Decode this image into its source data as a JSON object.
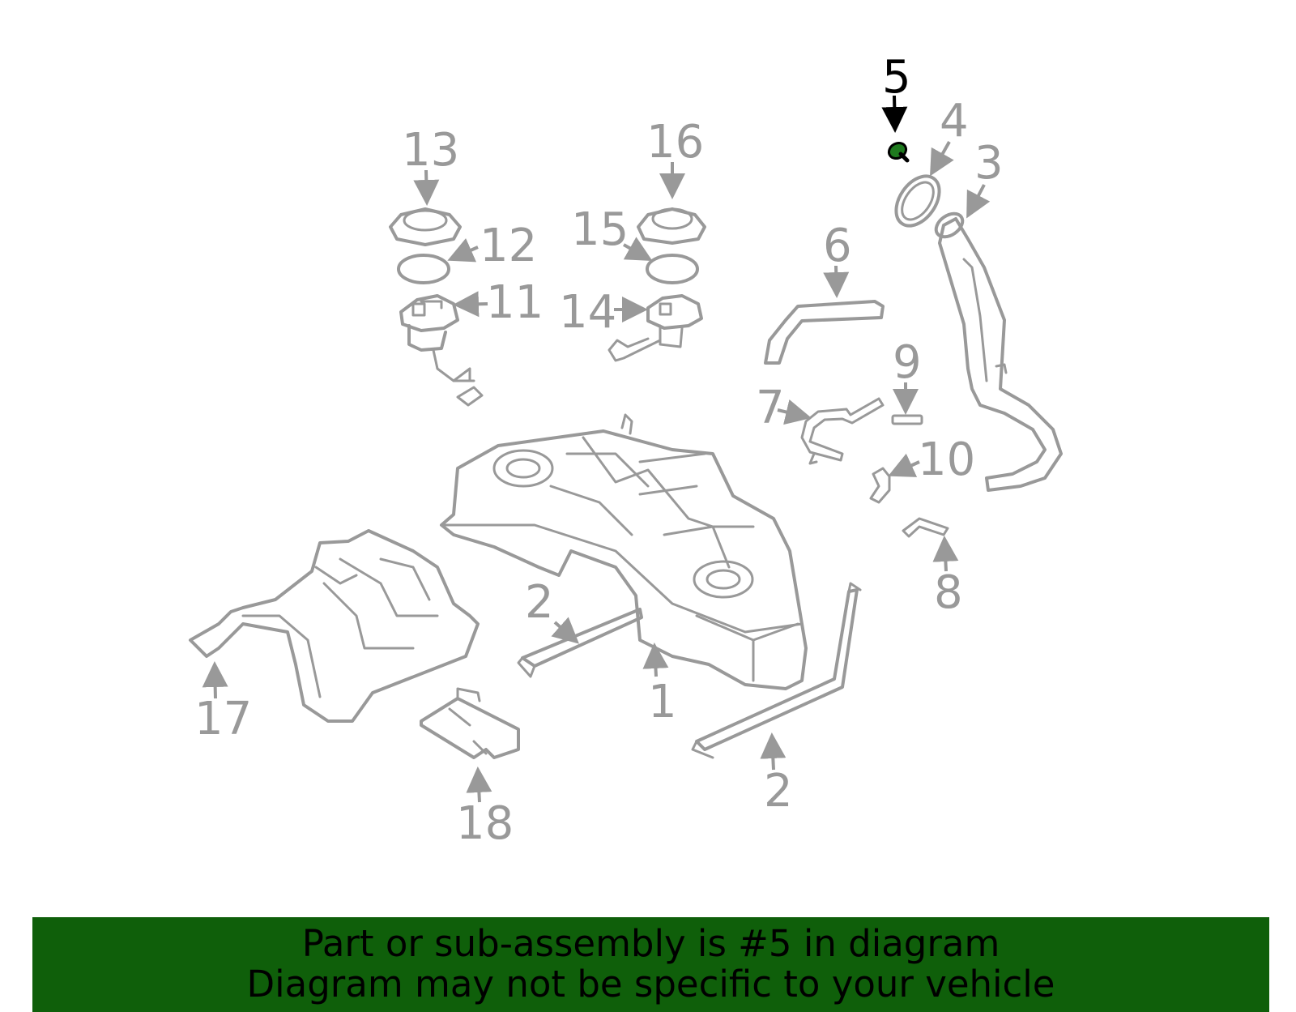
{
  "diagram": {
    "highlight_color": "#1e7a1e",
    "line_color": "#999999",
    "callouts": {
      "c1": "1",
      "c2a": "2",
      "c2b": "2",
      "c3": "3",
      "c4": "4",
      "c5": "5",
      "c6": "6",
      "c7": "7",
      "c8": "8",
      "c9": "9",
      "c10": "10",
      "c11": "11",
      "c12": "12",
      "c13": "13",
      "c14": "14",
      "c15": "15",
      "c16": "16",
      "c17": "17",
      "c18": "18"
    },
    "highlighted_part": "5"
  },
  "banner": {
    "line1": "Part or sub-assembly is #5 in diagram",
    "line2": "Diagram may not be specific to your vehicle",
    "background": "#0f5f0a"
  }
}
